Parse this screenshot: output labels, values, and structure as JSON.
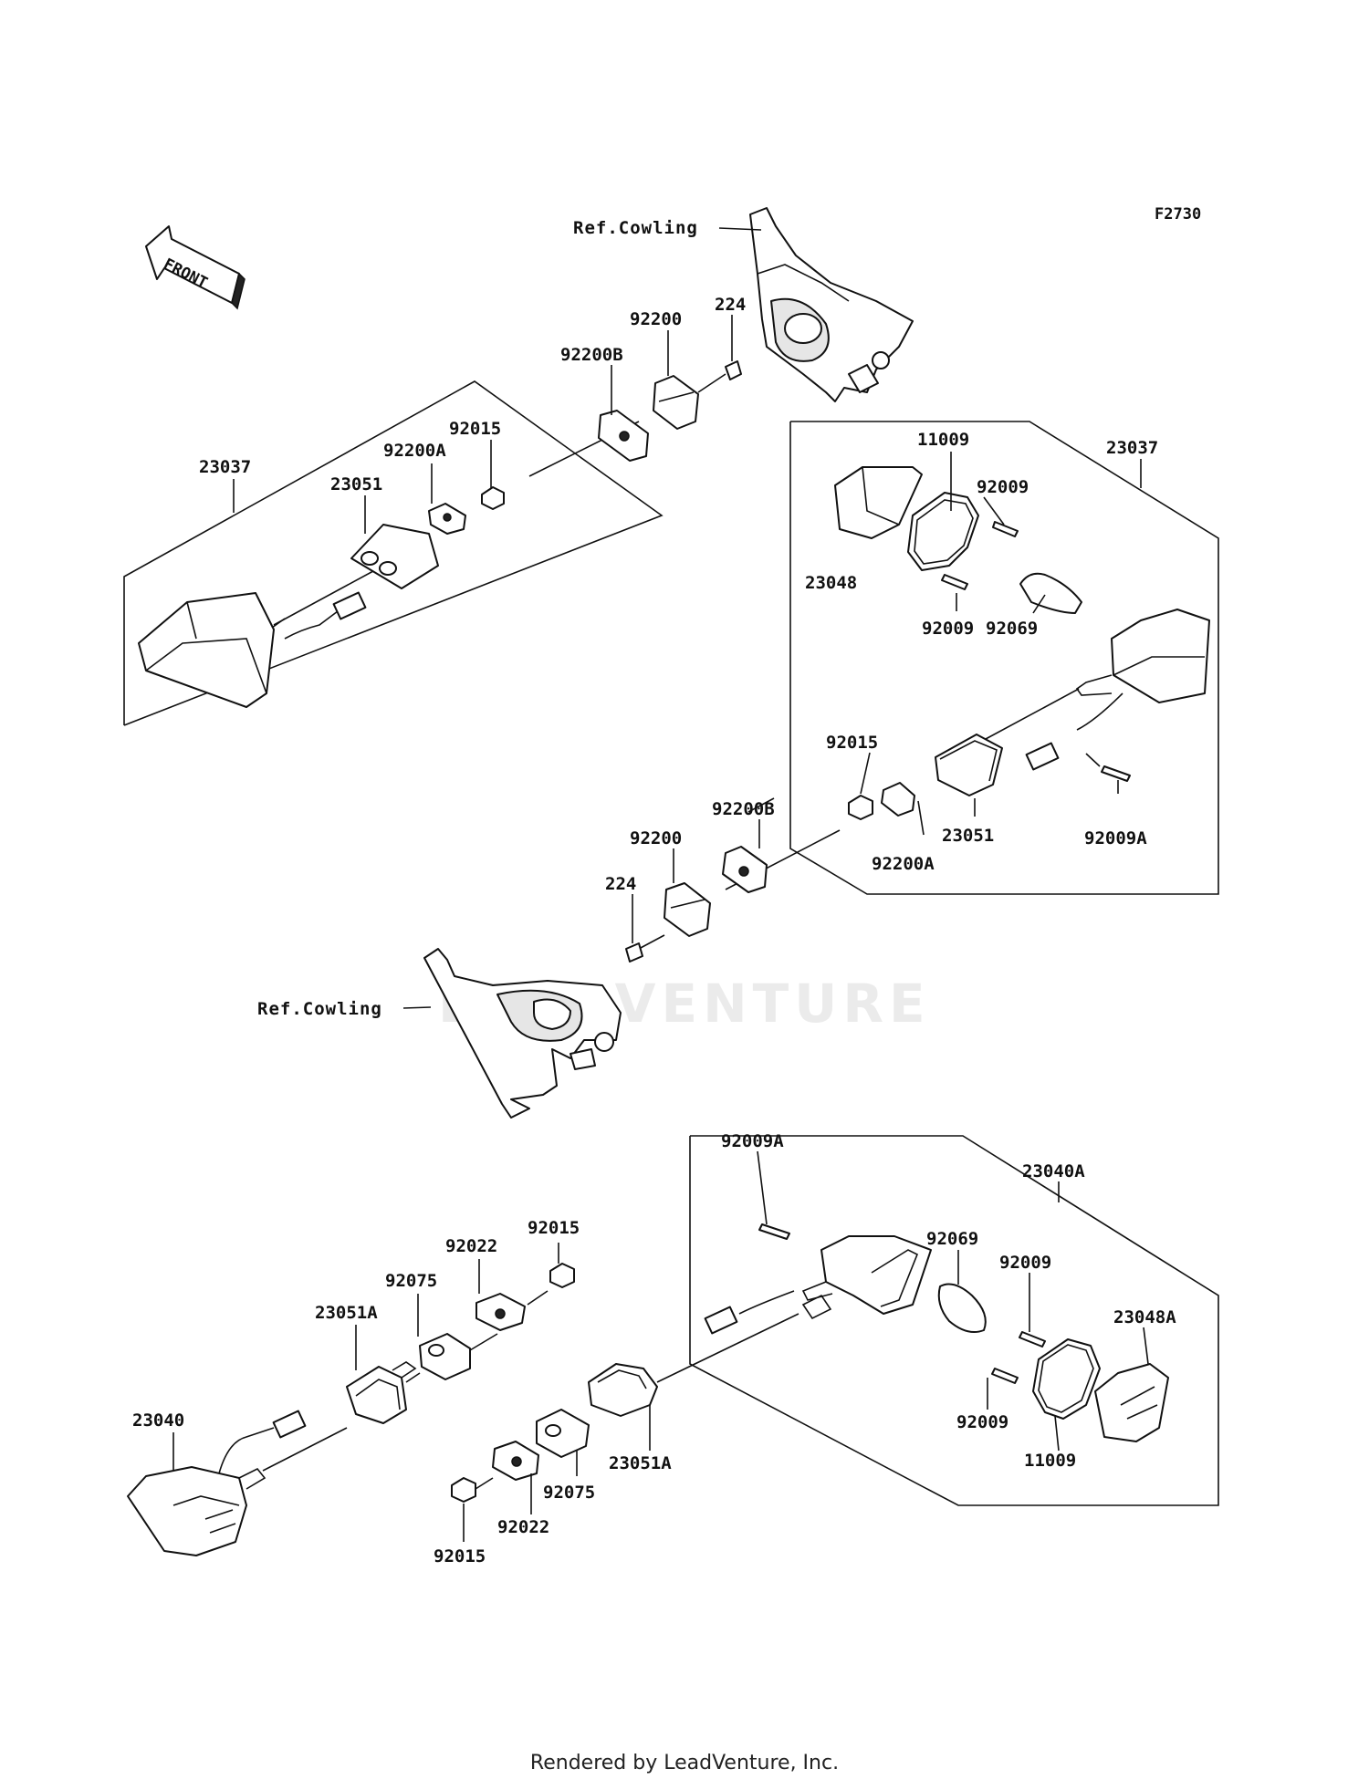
{
  "diagram_id": "F2730",
  "front_arrow_label": "FRONT",
  "watermark": "LEADVENTURE",
  "footer": "Rendered by LeadVenture, Inc.",
  "labels": {
    "ref_cowling_top": "Ref.Cowling",
    "ref_cowling_mid": "Ref.Cowling",
    "p23037_left": "23037",
    "p23051_left": "23051",
    "p92200A_left": "92200A",
    "p92015_left": "92015",
    "p92200B_top": "92200B",
    "p92200_top": "92200",
    "p224_top": "224",
    "p11009_r": "11009",
    "p23037_r": "23037",
    "p92009_r1": "92009",
    "p23048_r": "23048",
    "p92009_r2": "92009",
    "p92069_r": "92069",
    "p92015_r": "92015",
    "p92200B_mid": "92200B",
    "p92200_mid": "92200",
    "p224_mid": "224",
    "p23051_r": "23051",
    "p92200A_r": "92200A",
    "p92009A_r": "92009A",
    "p92009A_b": "92009A",
    "p23040A_b": "23040A",
    "p92069_b": "92069",
    "p92009_b1": "92009",
    "p23048A_b": "23048A",
    "p92009_b2": "92009",
    "p11009_b": "11009",
    "p92022_bl": "92022",
    "p92015_bl": "92015",
    "p92075_bl": "92075",
    "p23051A_bl": "23051A",
    "p23040_bl": "23040",
    "p23051A_bc": "23051A",
    "p92075_bc": "92075",
    "p92022_bc": "92022",
    "p92015_bc": "92015"
  }
}
